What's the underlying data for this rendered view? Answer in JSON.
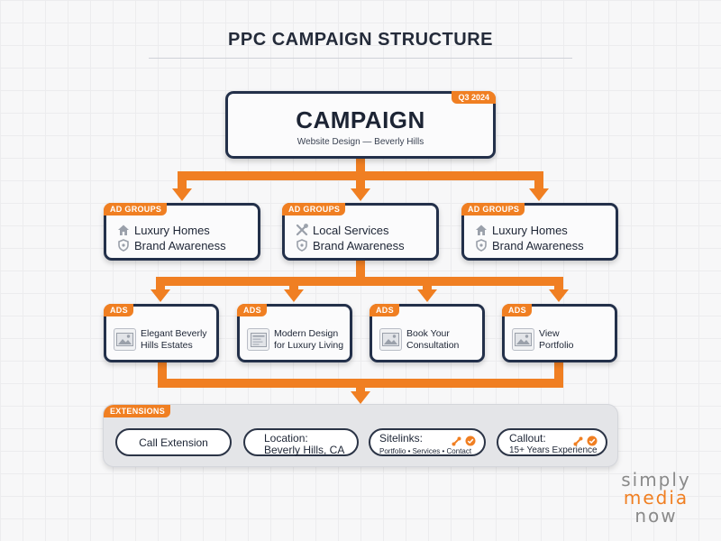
{
  "page": {
    "title": "PPC CAMPAIGN STRUCTURE"
  },
  "campaign": {
    "title": "CAMPAIGN",
    "subtitle": "Website Design — Beverly Hills",
    "badge": "Q3 2024"
  },
  "ad_groups": [
    {
      "tag": "AD GROUPS",
      "line1": "Luxury Homes",
      "line2": "Brand Awareness",
      "icon1": "home-icon",
      "icon2": "shield-icon"
    },
    {
      "tag": "AD GROUPS",
      "line1": "Local Services",
      "line2": "Brand Awareness",
      "icon1": "tools-icon",
      "icon2": "shield-icon"
    },
    {
      "tag": "AD GROUPS",
      "line1": "Luxury Homes",
      "line2": "Brand Awareness",
      "icon1": "home-icon",
      "icon2": "shield-icon"
    }
  ],
  "ads": [
    {
      "tag": "ADS",
      "line1": "Elegant Beverly",
      "line2": "Hills Estates",
      "icon": "image-icon"
    },
    {
      "tag": "ADS",
      "line1": "Modern Design",
      "line2": "for Luxury Living",
      "icon": "document-icon"
    },
    {
      "tag": "ADS",
      "line1": "Book Your",
      "line2": "Consultation",
      "icon": "image-icon"
    },
    {
      "tag": "ADS",
      "line1": "View",
      "line2": "Portfolio",
      "icon": "image-icon"
    }
  ],
  "extensions": {
    "tag": "EXTENSIONS",
    "items": [
      {
        "line1": "Call Extension",
        "line2": ""
      },
      {
        "line1": "Location:",
        "line2": "Beverly Hills, CA"
      },
      {
        "line1": "Sitelinks:",
        "line2": "Portfolio • Services • Contact",
        "icons": [
          "link-icon",
          "check-badge-icon"
        ]
      },
      {
        "line1": "Callout:",
        "line2": "15+ Years Experience",
        "icons": [
          "link-icon",
          "check-badge-icon"
        ]
      }
    ]
  },
  "brand": {
    "line1": "simply",
    "line2": "media",
    "line3": "now"
  },
  "colors": {
    "accent": "#f07f22",
    "card_border": "#23304a",
    "background": "#f7f7f8"
  }
}
